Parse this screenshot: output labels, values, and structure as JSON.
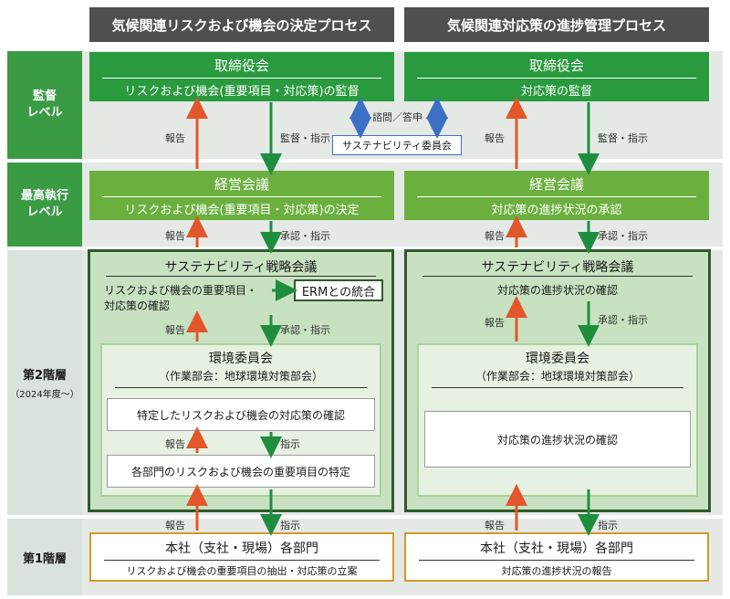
{
  "columns": {
    "left_header": "気候関連リスクおよび機会の決定プロセス",
    "right_header": "気候関連対応策の進捗管理プロセス"
  },
  "levels": {
    "supervision": [
      "監督",
      "レベル"
    ],
    "executive": [
      "最高執行",
      "レベル"
    ],
    "tier2": "第2階層",
    "tier2_note": "（2024年度～）",
    "tier1": "第1階層"
  },
  "left": {
    "board_title": "取締役会",
    "board_sub": "リスクおよび機会(重要項目・対応策)の監督",
    "exec_title": "経営会議",
    "exec_sub": "リスクおよび機会(重要項目・対応策)の決定",
    "strategy_title": "サステナビリティ戦略会議",
    "strategy_text_1": "リスクおよび機会の重要項目・",
    "strategy_text_2": "対応策の確認",
    "erm": "ERMとの統合",
    "env_title": "環境委員会",
    "env_sub": "（作業部会：地球環境対策部会）",
    "env_box1": "特定したリスクおよび機会の対応策の確認",
    "env_box2": "各部門のリスクおよび機会の重要項目の特定",
    "dept_title": "本社（支社・現場）各部門",
    "dept_sub": "リスクおよび機会の重要項目の抽出・対応策の立案"
  },
  "right": {
    "board_title": "取締役会",
    "board_sub": "対応策の監督",
    "exec_title": "経営会議",
    "exec_sub": "対応策の進捗状況の承認",
    "strategy_title": "サステナビリティ戦略会議",
    "strategy_text": "対応策の進捗状況の確認",
    "env_title": "環境委員会",
    "env_sub": "（作業部会：地球環境対策部会）",
    "env_box": "対応策の進捗状況の確認",
    "dept_title": "本社（支社・現場）各部門",
    "dept_sub": "対応策の進捗状況の報告"
  },
  "committee": {
    "name": "サステナビリティ委員会",
    "label": "諮問／答申"
  },
  "arrow_labels": {
    "report": "報告",
    "supervise": "監督・指示",
    "approve": "承認・指示",
    "instruct": "指示"
  },
  "colors": {
    "report_arrow": "#e2562b",
    "instruct_arrow": "#1e8e3e",
    "committee_arrow": "#3d6fc4",
    "header_bg": "#4f4f4f",
    "dark_green": "#2a9a3e",
    "light_green": "#6bb03f"
  }
}
